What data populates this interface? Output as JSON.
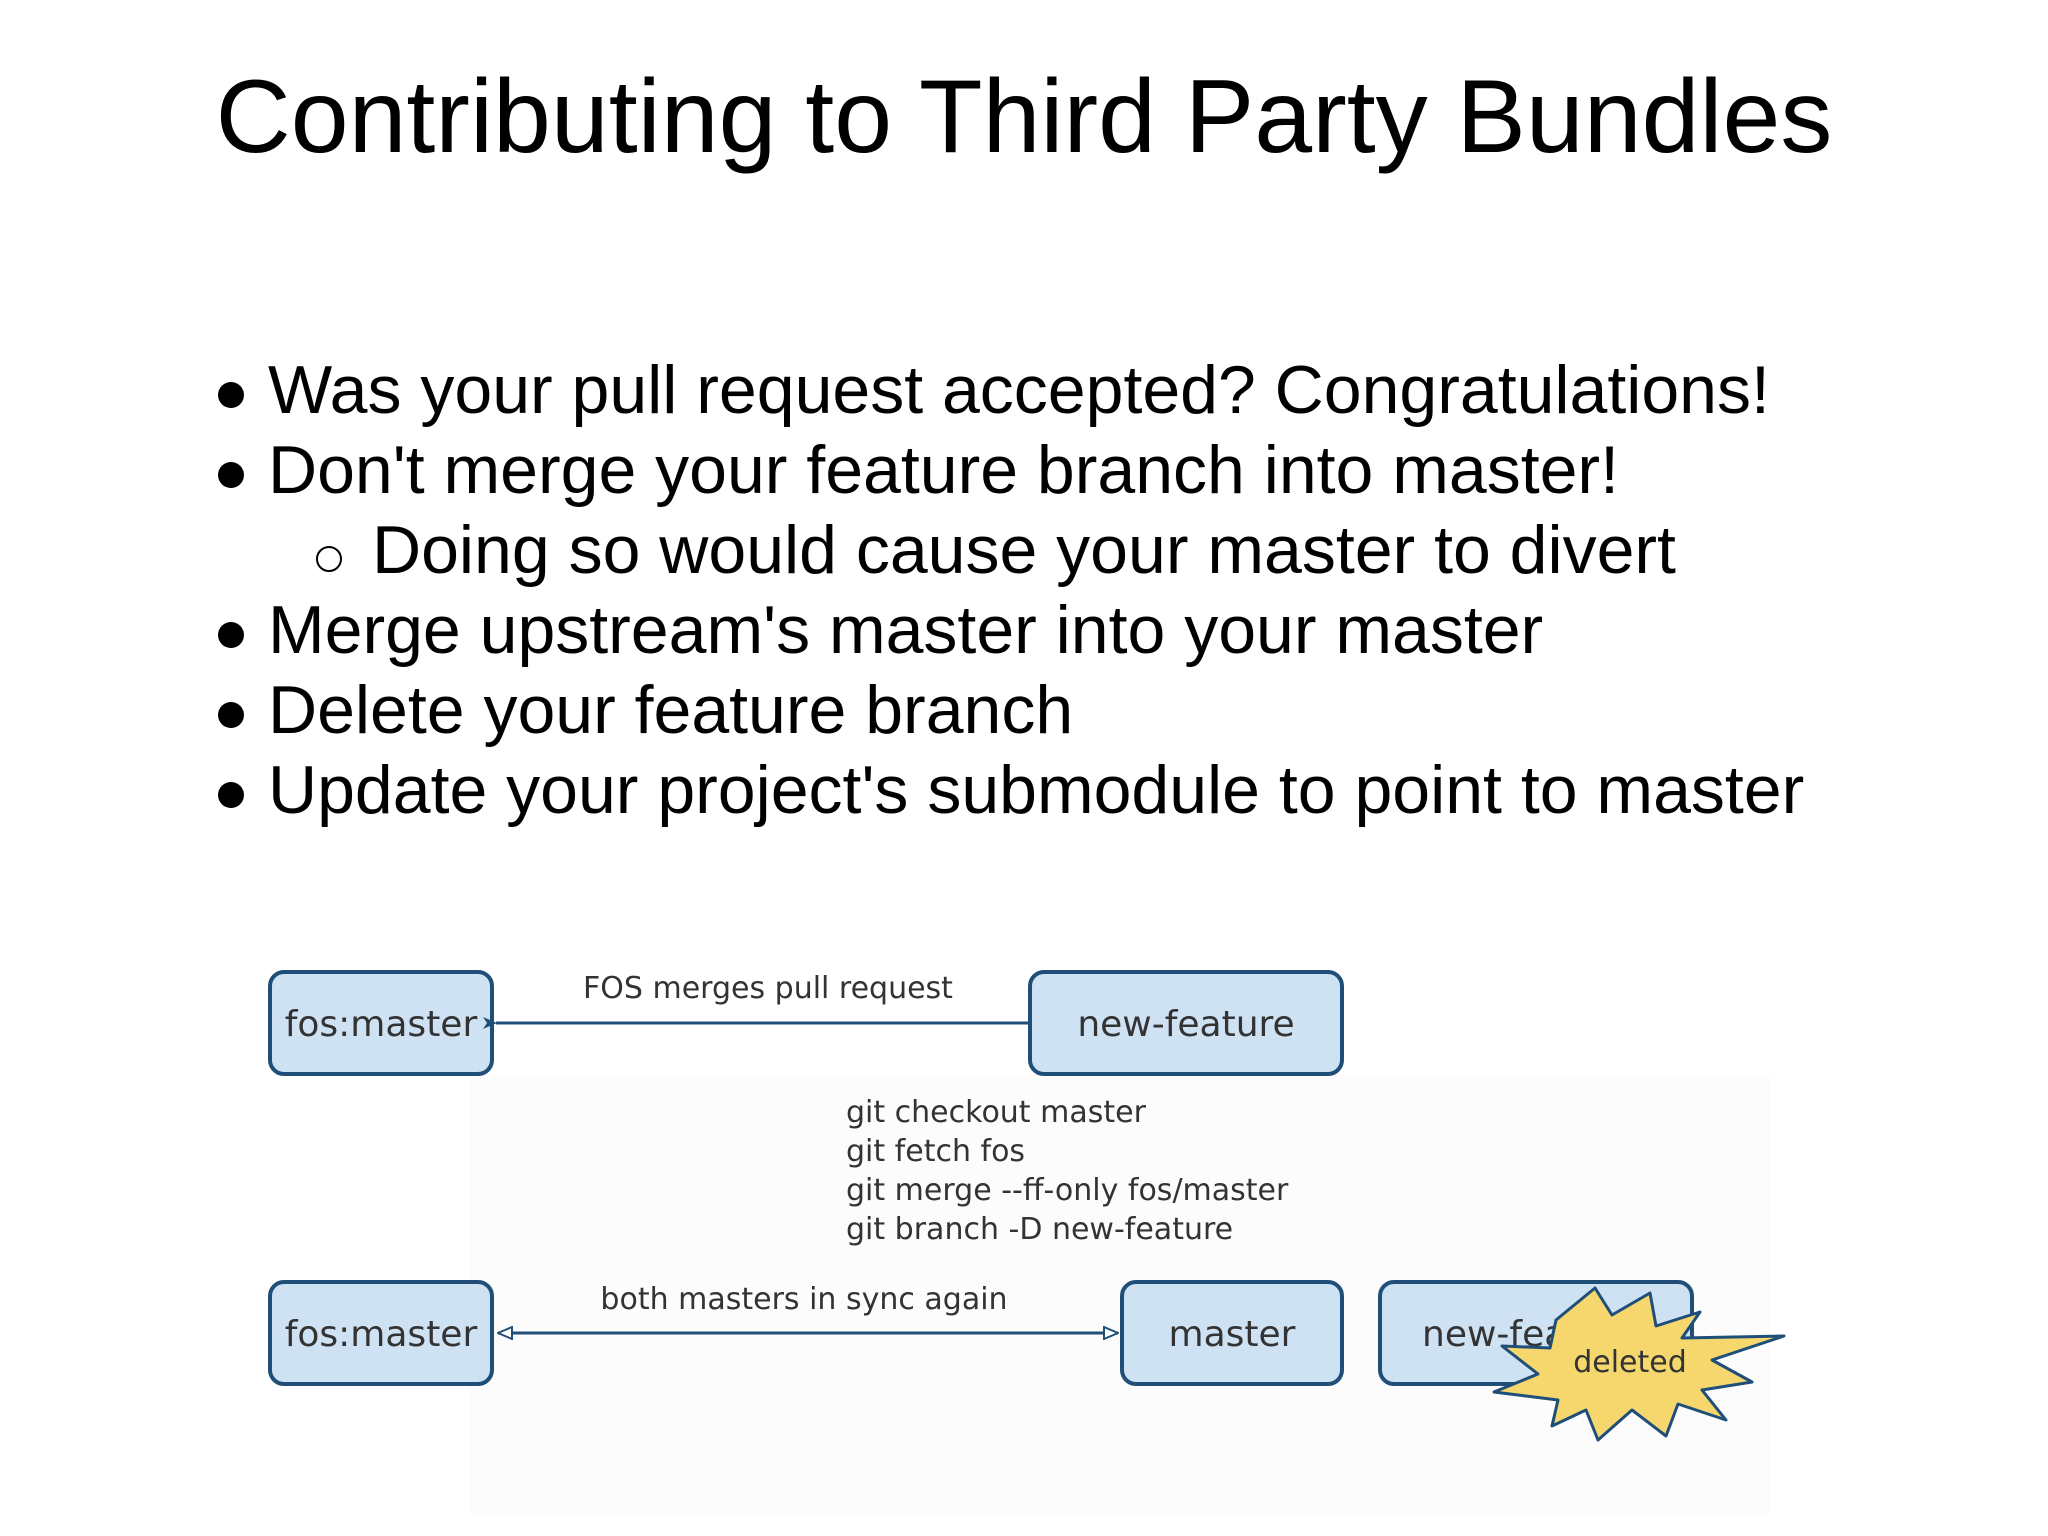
{
  "slide": {
    "title": "Contributing to Third Party Bundles",
    "bullets": [
      "Was your pull request accepted? Congratulations!",
      "Don't merge your feature branch into master!",
      "Doing so would cause your master to divert",
      "Merge upstream's master into your master",
      "Delete your feature branch",
      "Update your project's submodule to point to master"
    ]
  },
  "diagram": {
    "top_row": {
      "left_box": "fos:master",
      "right_box": "new-feature",
      "edge_label": "FOS merges pull request"
    },
    "commands": [
      "git checkout master",
      "git fetch fos",
      "git merge --ff-only fos/master",
      "git branch -D new-feature"
    ],
    "bottom_row": {
      "left_box": "fos:master",
      "middle_box": "master",
      "right_box": "new-feature",
      "edge_label": "both masters in sync again",
      "burst_label": "deleted"
    },
    "colors": {
      "box_fill": "#cfe2f3",
      "box_stroke": "#1f4e79",
      "burst_fill": "#f5d76e",
      "panel": "#fcfcfc"
    }
  }
}
